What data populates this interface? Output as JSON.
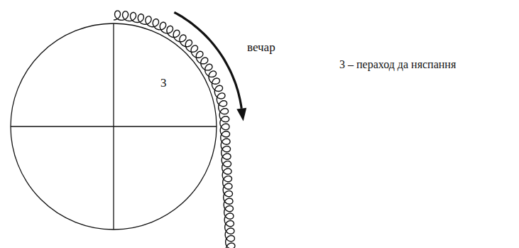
{
  "diagram": {
    "labels": [
      "вечар",
      "3",
      "3 – пераход да няспання"
    ]
  }
}
